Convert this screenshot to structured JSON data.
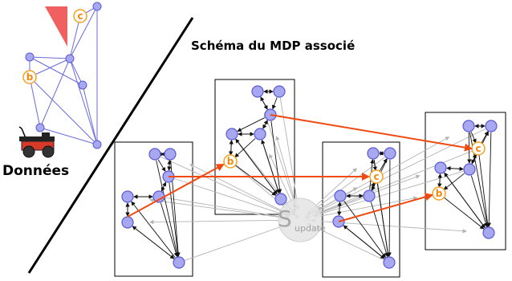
{
  "diagram": {
    "title": "Schéma du MDP associé",
    "data_label": "Données",
    "special_nodes": {
      "b": "b",
      "c": "c"
    },
    "hub": {
      "main": "S",
      "sub": "update"
    }
  },
  "colors": {
    "node_fill": "#a8a8f0",
    "node_stroke": "#5a5ad6",
    "special_stroke": "#f5a020",
    "red_arrow": "#f04a10",
    "robot_red": "#d83a2a",
    "cone": "#f06060"
  }
}
